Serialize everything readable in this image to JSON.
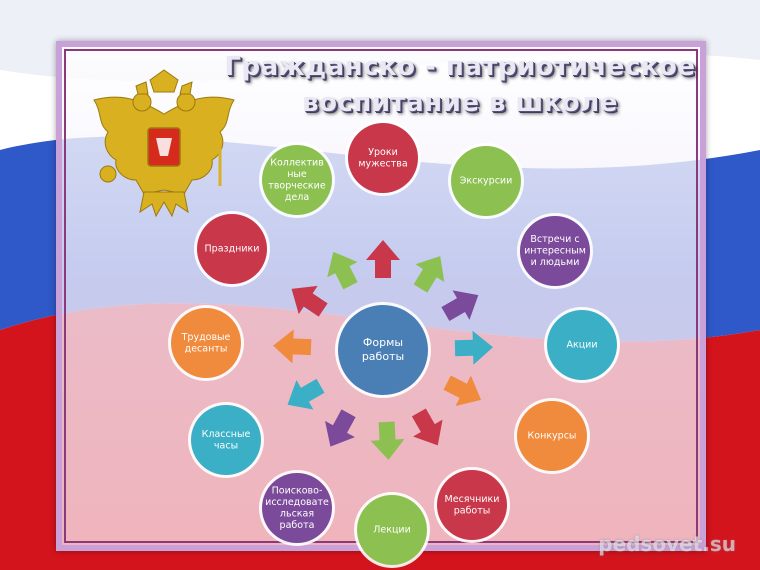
{
  "title_line1": "Гражданско - патриотическое",
  "title_line2": "воспитание в школе",
  "center": {
    "lines": [
      "Формы",
      "работы"
    ],
    "color": "#4a7fb5"
  },
  "nodes": [
    {
      "lines": [
        "Уроки",
        "мужества"
      ],
      "color": "#c8374a"
    },
    {
      "lines": [
        "Экскурсии"
      ],
      "color": "#8cc152"
    },
    {
      "lines": [
        "Встречи с",
        "интересным",
        "и людьми"
      ],
      "color": "#7b4a9a"
    },
    {
      "lines": [
        "Акции"
      ],
      "color": "#3aafc6"
    },
    {
      "lines": [
        "Конкурсы"
      ],
      "color": "#f08a3c"
    },
    {
      "lines": [
        "Месячники",
        "работы"
      ],
      "color": "#c8374a"
    },
    {
      "lines": [
        "Лекции"
      ],
      "color": "#8cc152"
    },
    {
      "lines": [
        "Поисково-",
        "исследовате",
        "льская",
        "работа"
      ],
      "color": "#7b4a9a"
    },
    {
      "lines": [
        "Классные",
        "часы"
      ],
      "color": "#3aafc6"
    },
    {
      "lines": [
        "Трудовые",
        "десанты"
      ],
      "color": "#f08a3c"
    },
    {
      "lines": [
        "Праздники"
      ],
      "color": "#c8374a"
    },
    {
      "lines": [
        "Коллектив",
        "ные",
        "творческие",
        "дела"
      ],
      "color": "#8cc152"
    }
  ],
  "flag_colors": {
    "white": "#ffffff",
    "blue": "#2f58c8",
    "red": "#d4141c"
  },
  "emblem": {
    "icon": "russian-coat-of-arms-icon",
    "gold": "#d9b020",
    "red": "#d62a1c"
  },
  "watermark": "pedsovet.su"
}
